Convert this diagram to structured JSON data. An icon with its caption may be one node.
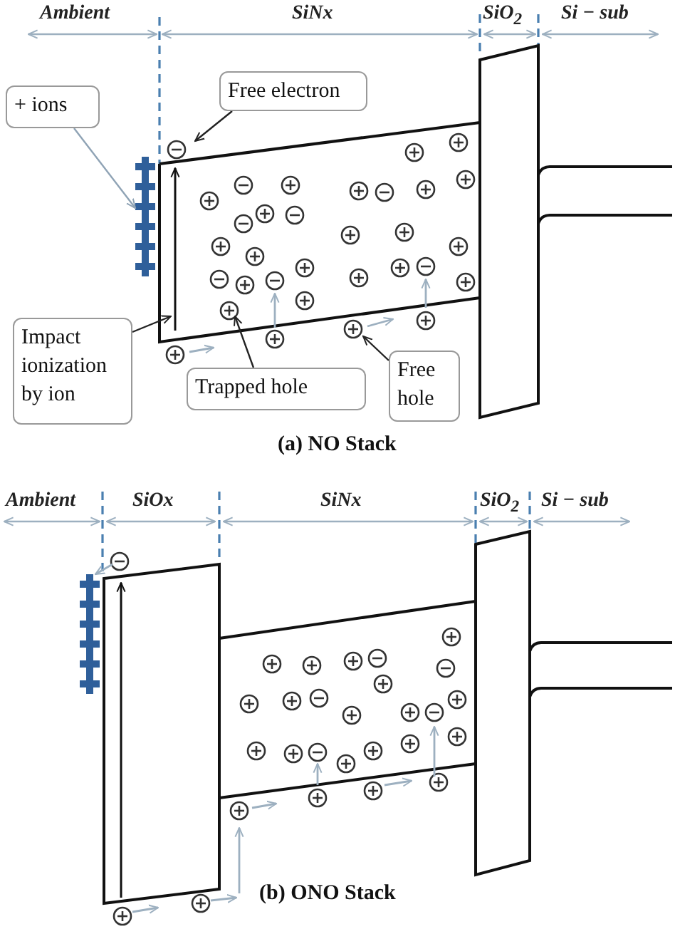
{
  "diagram": {
    "nodes": [
      {
        "text": [
          "+ ions"
        ]
      },
      {
        "text": [
          "Free electron"
        ]
      },
      {
        "text": [
          "Impact ionization by ion"
        ]
      },
      {
        "text": [
          "Trapped hole"
        ]
      },
      {
        "text": [
          "Free hole"
        ]
      }
    ],
    "edges": [
      {
        "from": 0,
        "to": null,
        "arrow": "to",
        "color": "#8fa3b5"
      },
      {
        "from": 1,
        "to": null,
        "arrow": "to"
      },
      {
        "from": 2,
        "to": null,
        "arrow": "to"
      },
      {
        "from": 3,
        "to": null,
        "arrow": "to"
      },
      {
        "from": 4,
        "to": null,
        "arrow": "to"
      }
    ],
    "labels": [
      "Ambient",
      "SiNx",
      "SiO$_{2}$",
      "Si − sub",
      "(a) NO Stack",
      "Ambient",
      "SiOx",
      "SiNx",
      "SiO$_{2}$",
      "Si − sub",
      "(b) ONO Stack"
    ]
  }
}
